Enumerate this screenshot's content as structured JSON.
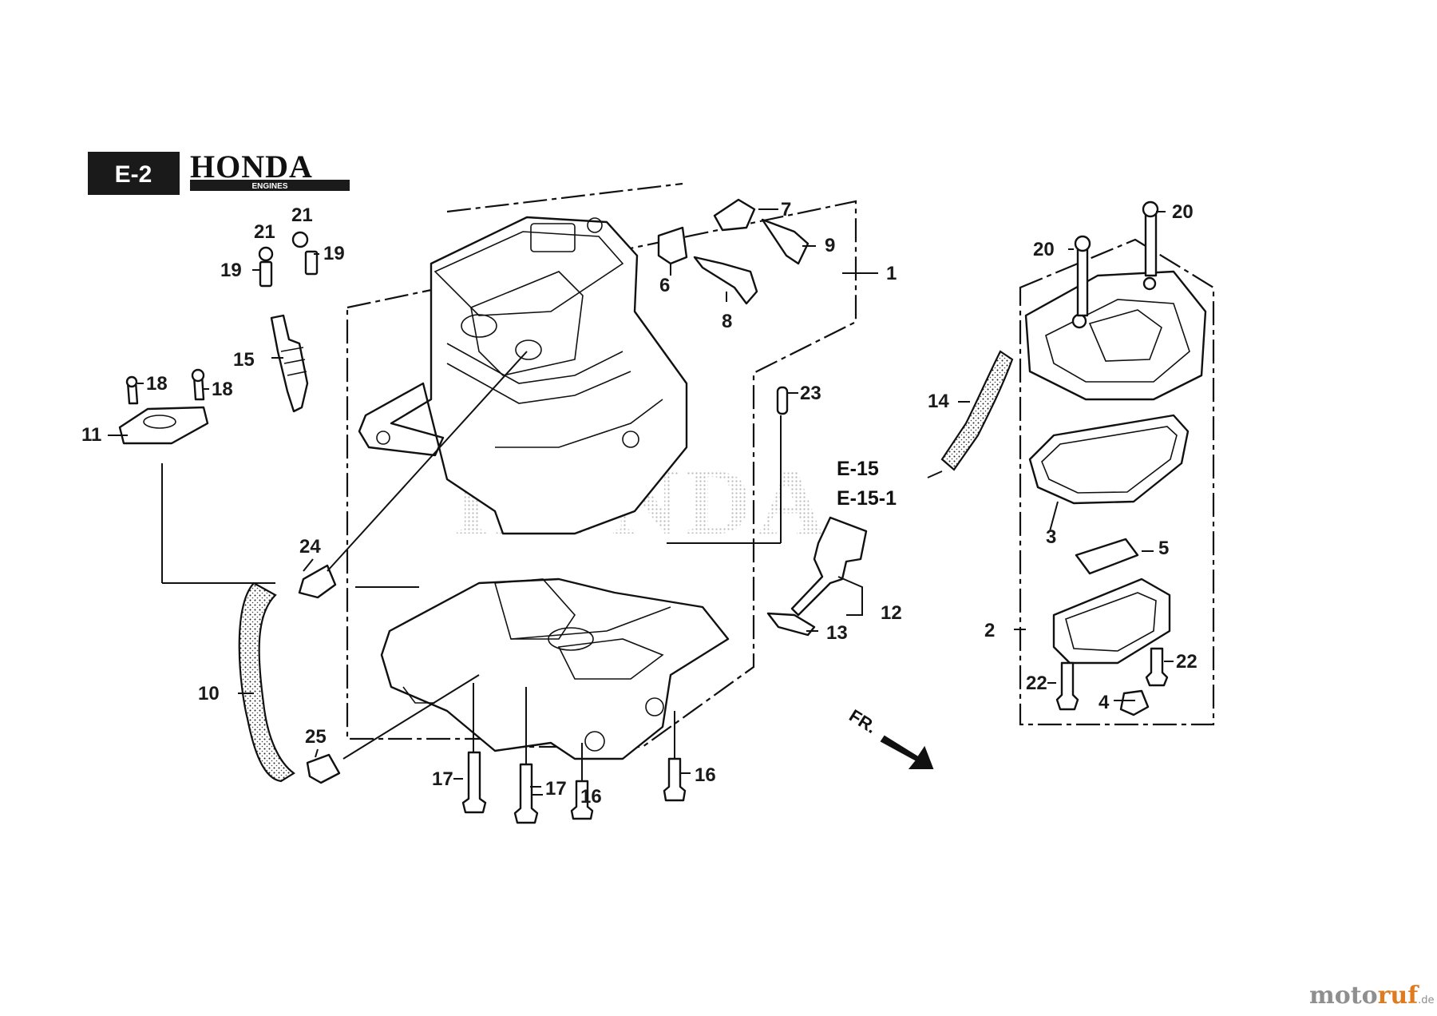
{
  "header": {
    "section_code": "E-2",
    "brand": "HONDA",
    "brand_subtitle": "ENGINES"
  },
  "references": [
    "E-15",
    "E-15-1"
  ],
  "direction_marker": "FR.",
  "watermark": "HONDA",
  "site_mark": {
    "part_a": "moto",
    "part_b": "ruf",
    "part_c": ".de"
  },
  "callouts": [
    {
      "key": "p1",
      "text": "1"
    },
    {
      "key": "p2",
      "text": "2"
    },
    {
      "key": "p3",
      "text": "3"
    },
    {
      "key": "p4",
      "text": "4"
    },
    {
      "key": "p5",
      "text": "5"
    },
    {
      "key": "p6",
      "text": "6"
    },
    {
      "key": "p7",
      "text": "7"
    },
    {
      "key": "p8",
      "text": "8"
    },
    {
      "key": "p9",
      "text": "9"
    },
    {
      "key": "p10",
      "text": "10"
    },
    {
      "key": "p11",
      "text": "11"
    },
    {
      "key": "p12",
      "text": "12"
    },
    {
      "key": "p13",
      "text": "13"
    },
    {
      "key": "p14",
      "text": "14"
    },
    {
      "key": "p15",
      "text": "15"
    },
    {
      "key": "p16a",
      "text": "16"
    },
    {
      "key": "p16b",
      "text": "16"
    },
    {
      "key": "p17a",
      "text": "17"
    },
    {
      "key": "p17b",
      "text": "17"
    },
    {
      "key": "p18a",
      "text": "18"
    },
    {
      "key": "p18b",
      "text": "18"
    },
    {
      "key": "p19a",
      "text": "19"
    },
    {
      "key": "p19b",
      "text": "19"
    },
    {
      "key": "p20a",
      "text": "20"
    },
    {
      "key": "p20b",
      "text": "20"
    },
    {
      "key": "p21a",
      "text": "21"
    },
    {
      "key": "p21b",
      "text": "21"
    },
    {
      "key": "p22a",
      "text": "22"
    },
    {
      "key": "p22b",
      "text": "22"
    },
    {
      "key": "p23",
      "text": "23"
    },
    {
      "key": "p24",
      "text": "24"
    },
    {
      "key": "p25",
      "text": "25"
    }
  ]
}
